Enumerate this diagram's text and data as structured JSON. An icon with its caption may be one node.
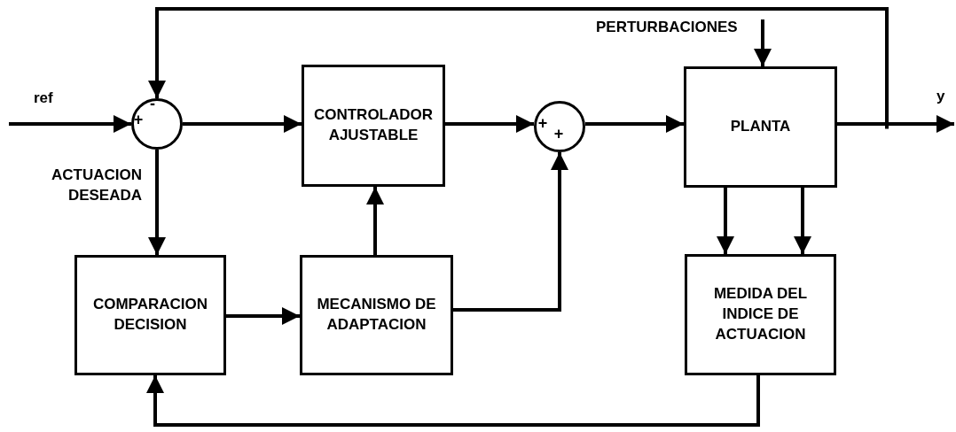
{
  "diagram": {
    "nodes": [
      {
        "text": [
          "-",
          "+"
        ]
      },
      {
        "text": [
          "CONTROLADOR AJUSTABLE"
        ]
      },
      {
        "text": [
          "+",
          "+"
        ]
      },
      {
        "text": [
          "PLANTA"
        ]
      },
      {
        "text": [
          "COMPARACION DECISION"
        ]
      },
      {
        "text": [
          "MECANISMO DE ADAPTACION"
        ]
      },
      {
        "text": [
          "MEDIDA DEL INDICE DE ACTUACION"
        ]
      }
    ],
    "edges": [
      {
        "from": null,
        "to": 0,
        "arrow": "to",
        "label": "ref"
      },
      {
        "from": 3,
        "to": 0,
        "arrow": "to"
      },
      {
        "from": 0,
        "to": 1,
        "arrow": "to"
      },
      {
        "from": 1,
        "to": 2,
        "arrow": "to"
      },
      {
        "from": 2,
        "to": 3,
        "arrow": "to"
      },
      {
        "from": null,
        "to": 3,
        "arrow": "to",
        "label": "PERTURBACIONES"
      },
      {
        "from": 3,
        "to": null,
        "arrow": "to",
        "label": "y"
      },
      {
        "from": 0,
        "to": 4,
        "arrow": "to",
        "label": "ACTUACION DESEADA"
      },
      {
        "from": 4,
        "to": 5,
        "arrow": "to"
      },
      {
        "from": 5,
        "to": 1,
        "arrow": "to"
      },
      {
        "from": 5,
        "to": 2,
        "arrow": "to"
      },
      {
        "from": 3,
        "to": 6,
        "arrow": "to"
      },
      {
        "from": 3,
        "to": 6,
        "arrow": "to"
      },
      {
        "from": 6,
        "to": 4,
        "arrow": "to"
      }
    ]
  }
}
